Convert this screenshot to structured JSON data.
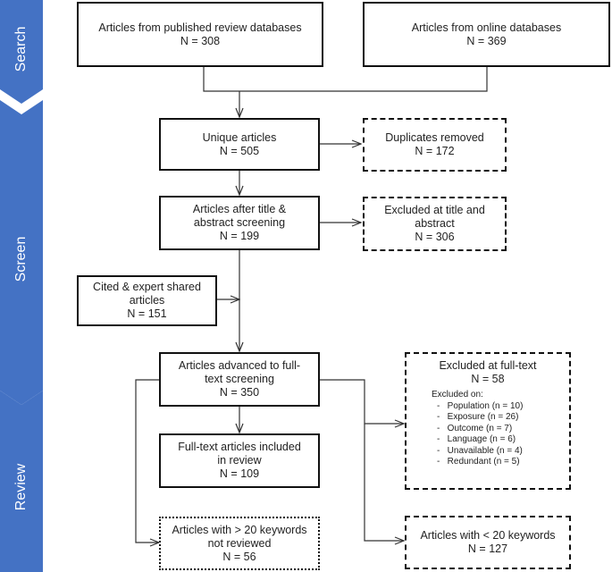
{
  "phases": {
    "search": "Search",
    "screen": "Screen",
    "review": "Review",
    "color": "#4472c4"
  },
  "boxes": {
    "published": {
      "line1": "Articles from published review databases",
      "line2": "N = 308"
    },
    "online": {
      "line1": "Articles from online databases",
      "line2": "N = 369"
    },
    "unique": {
      "line1": "Unique articles",
      "line2": "N = 505"
    },
    "duplicates": {
      "line1": "Duplicates removed",
      "line2": "N = 172"
    },
    "after_title": {
      "line1": "Articles after title &",
      "line2": "abstract screening",
      "line3": "N = 199"
    },
    "excluded_title": {
      "line1": "Excluded at title and",
      "line2": "abstract",
      "line3": "N = 306"
    },
    "cited": {
      "line1": "Cited & expert shared",
      "line2": "articles",
      "line3": "N = 151"
    },
    "advanced": {
      "line1": "Articles advanced to full-",
      "line2": "text screening",
      "line3": "N = 350"
    },
    "excluded_full": {
      "line1": "Excluded at full-text",
      "line2": "N = 58",
      "sub": "Excluded on:",
      "reasons": [
        "Population (n = 10)",
        "Exposure (n = 26)",
        "Outcome (n = 7)",
        "Language (n = 6)",
        "Unavailable (n = 4)",
        "Redundant (n = 5)"
      ]
    },
    "included": {
      "line1": "Full-text articles included",
      "line2": "in review",
      "line3": "N = 109"
    },
    "gt20": {
      "line1": "Articles with > 20 keywords",
      "line2": "not reviewed",
      "line3": "N = 56"
    },
    "lt20": {
      "line1": "Articles with < 20 keywords",
      "line2": "N = 127"
    }
  }
}
